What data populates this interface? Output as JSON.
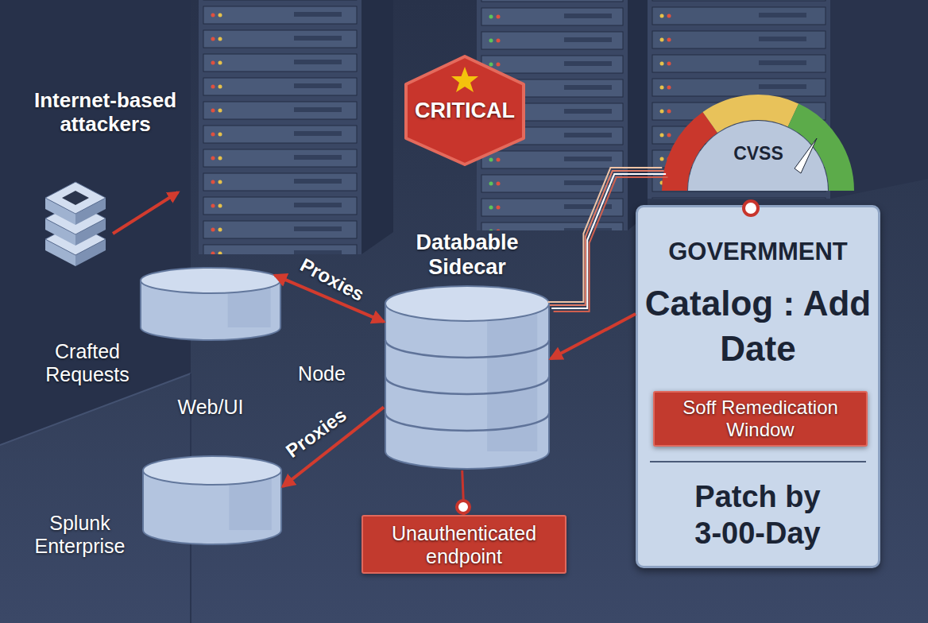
{
  "diagram": {
    "nodes": [
      {
        "text": [
          "Internet-based attackers"
        ]
      },
      {
        "text": [
          "CRITICAL"
        ]
      },
      {
        "text": [
          "CVSS"
        ]
      },
      {
        "text": [
          "Web/UI"
        ]
      },
      {
        "text": [
          "Databable Sidecar"
        ]
      },
      {
        "text": [
          "Splunk Enterprise"
        ]
      },
      {
        "text": [
          "Unauthenticated endpoint"
        ]
      },
      {
        "text": [
          "GOVERMMENT",
          "Catalog : Add Date",
          "Patch by 3-00-Day"
        ]
      },
      {
        "text": [
          "Soff Remedication Window"
        ],
        "in": 7
      }
    ],
    "edges": [
      {
        "from": 3,
        "to": 4,
        "label": "Proxies",
        "arrow": "both"
      },
      {
        "from": 4,
        "to": 5,
        "label": "Proxies",
        "arrow": "to"
      },
      {
        "from": 7,
        "to": 4,
        "arrow": "to"
      },
      {
        "from": 2,
        "to": 4,
        "arrow": "none"
      },
      {
        "from": 4,
        "to": 6,
        "arrow": "none"
      }
    ],
    "labels": [
      "Crafted Requests",
      "Node"
    ]
  }
}
